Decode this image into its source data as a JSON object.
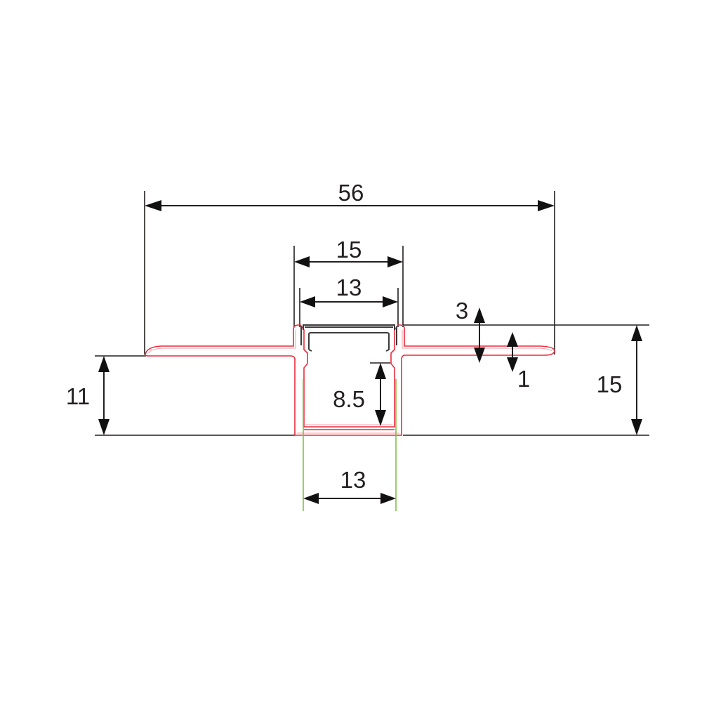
{
  "diagram": {
    "type": "technical-cross-section",
    "subject": "aluminium LED profile with diffuser",
    "units": "mm",
    "colors": {
      "profile_outline": "#ee2a3a",
      "dimension_lines": "#231f20",
      "diffuser": "#3a3a3a",
      "guide_lines": "#7cc142",
      "background": "#ffffff"
    },
    "dimensions": {
      "overall_width": "56",
      "channel_outer_width": "15",
      "channel_inner_width": "13",
      "flange_step": "3",
      "flange_thickness": "1",
      "total_height": "15",
      "flange_to_base_height": "11",
      "inner_depth": "8.5",
      "bottom_inner_width": "13"
    }
  }
}
